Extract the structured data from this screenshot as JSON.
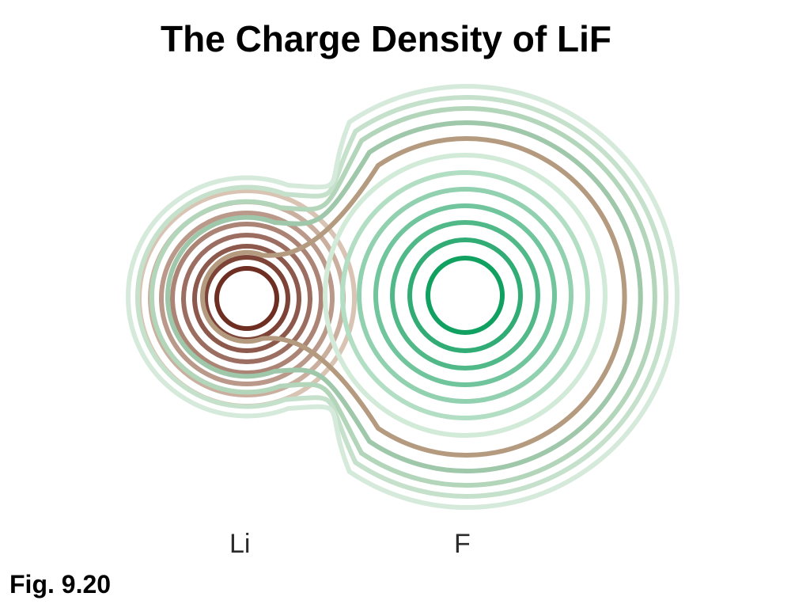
{
  "slide": {
    "title": "The Charge Density of LiF",
    "caption": "Fig. 9.20"
  },
  "atoms": [
    {
      "symbol": "Li",
      "color_inner": "#6e2e22",
      "color_outer": "#d9c4b4",
      "contour_count": 8
    },
    {
      "symbol": "F",
      "color_inner": "#10a060",
      "color_outer": "#d2ead8",
      "contour_count": 7
    }
  ],
  "shared_contours": {
    "count": 5,
    "colors": [
      "#b49a7e",
      "#9fc7a9",
      "#b3d6bb",
      "#c5e0cb",
      "#d6eadb"
    ]
  }
}
